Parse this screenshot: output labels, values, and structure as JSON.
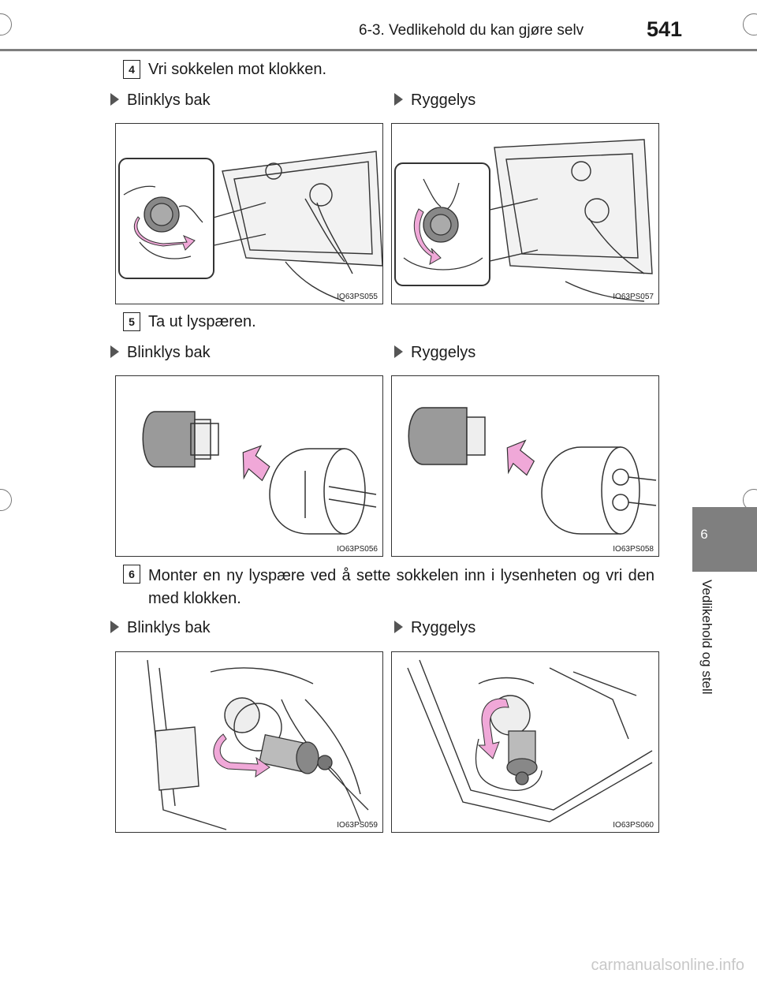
{
  "header": {
    "title": "6-3. Vedlikehold du kan gjøre selv",
    "page_number": "541"
  },
  "side_tab": {
    "number": "6",
    "label": "Vedlikehold og stell"
  },
  "steps": [
    {
      "badge": "4",
      "text": "Vri sokkelen mot klokken."
    },
    {
      "badge": "5",
      "text": "Ta ut lyspæren."
    },
    {
      "badge": "6",
      "text": "Monter en ny lyspære ved å sette sokkelen inn i lysenheten og vri den med klokken."
    }
  ],
  "sections": [
    {
      "left_label": "Blinklys bak",
      "right_label": "Ryggelys",
      "left_code": "IO63PS055",
      "right_code": "IO63PS057"
    },
    {
      "left_label": "Blinklys bak",
      "right_label": "Ryggelys",
      "left_code": "IO63PS056",
      "right_code": "IO63PS058"
    },
    {
      "left_label": "Blinklys bak",
      "right_label": "Ryggelys",
      "left_code": "IO63PS059",
      "right_code": "IO63PS060"
    }
  ],
  "watermark": "carmanualsonline.info",
  "colors": {
    "accent_tab": "#7f7f7f",
    "arrow_pink": "#f0a8d8"
  }
}
